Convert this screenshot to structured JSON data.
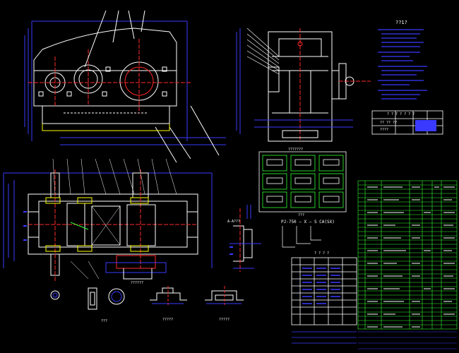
{
  "notes": {
    "title": "??1?"
  },
  "table_small": {
    "header": "? ? ? ? ?  ?  ?",
    "row1": "??   ??  ??",
    "row2": "????"
  },
  "gear_grid_title": "???????",
  "model_code": "PJ-750 — X — S  CA(SX)",
  "model_caption": "???",
  "section_label": "A-A???",
  "spec_title": "? ? ? ?",
  "detail_labels": {
    "d1": "???",
    "d2": "?????",
    "d3": "?????",
    "d4": "??????"
  },
  "colors": {
    "blue": "#3a3aff",
    "white": "#ffffff",
    "red": "#ff2a2a",
    "cyan": "#00ffff",
    "green": "#33ff33",
    "yellow": "#ffff00",
    "magenta": "#ff33ff"
  }
}
